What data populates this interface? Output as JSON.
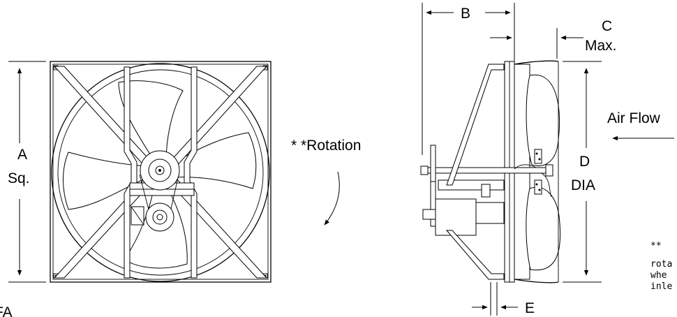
{
  "labels": {
    "a": "A",
    "a_sq": "Sq.",
    "b": "B",
    "c": "C",
    "c_max": "Max.",
    "d": "D",
    "d_dia": "DIA",
    "e": "E",
    "rotation": "* *Rotation",
    "air_flow": "Air Flow"
  },
  "footnote": {
    "marker": "**",
    "line1": "rota",
    "line2": "whe",
    "line3": "inle"
  },
  "left_edge_fragment": "FA"
}
